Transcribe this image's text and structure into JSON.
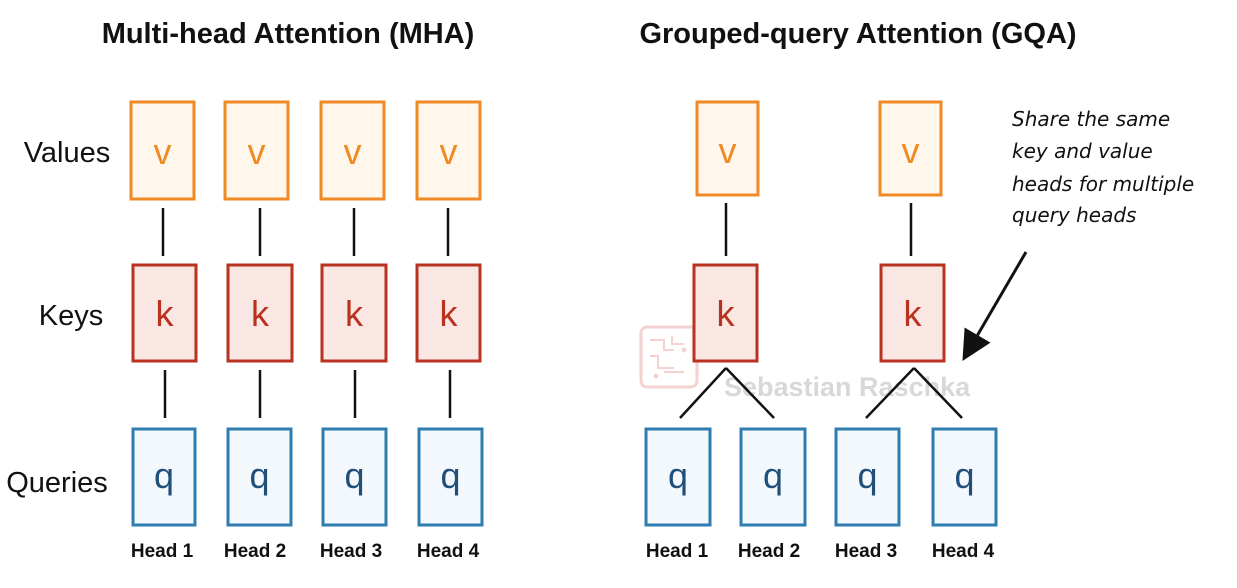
{
  "titles": {
    "mha": "Multi-head Attention (MHA)",
    "gqa": "Grouped-query Attention (GQA)"
  },
  "row_labels": {
    "values": "Values",
    "keys": "Keys",
    "queries": "Queries"
  },
  "letters": {
    "v": "v",
    "k": "k",
    "q": "q"
  },
  "head_labels": [
    "Head 1",
    "Head 2",
    "Head 3",
    "Head 4"
  ],
  "annotation": {
    "lines": [
      "Share the same",
      "key and value",
      "heads for multiple",
      "query heads"
    ]
  },
  "watermark": "Sebastian Raschka",
  "colors": {
    "value_stroke": "#f08a24",
    "value_fill": "#fff6ec",
    "key_stroke": "#b8321f",
    "key_fill": "#fae6e3",
    "query_stroke": "#2f7cb0",
    "query_fill": "#f3f8fc",
    "value_text": "#f08a24",
    "key_text": "#b8321f",
    "query_text": "#1f4f7a"
  }
}
